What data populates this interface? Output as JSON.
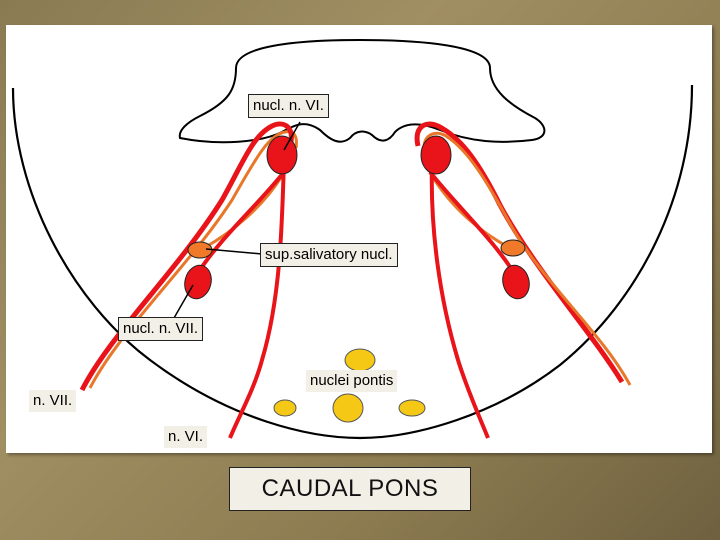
{
  "labels": {
    "nucl_n_vi": "nucl. n. VI.",
    "sup_salivatory": "sup.salivatory nucl.",
    "nucl_n_vii": "nucl. n. VII.",
    "nuclei_pontis": "nuclei pontis",
    "n_vii": "n. VII.",
    "n_vi": "n. VI."
  },
  "caption": "CAUDAL PONS",
  "colors": {
    "nerve_red": "#e8141a",
    "nerve_orange": "#e8772a",
    "nucleus_red": "#e8141a",
    "nucleus_orange": "#f07a2a",
    "pontine_yellow": "#f5c816",
    "outline": "#000000",
    "background": "#8f7e54"
  }
}
